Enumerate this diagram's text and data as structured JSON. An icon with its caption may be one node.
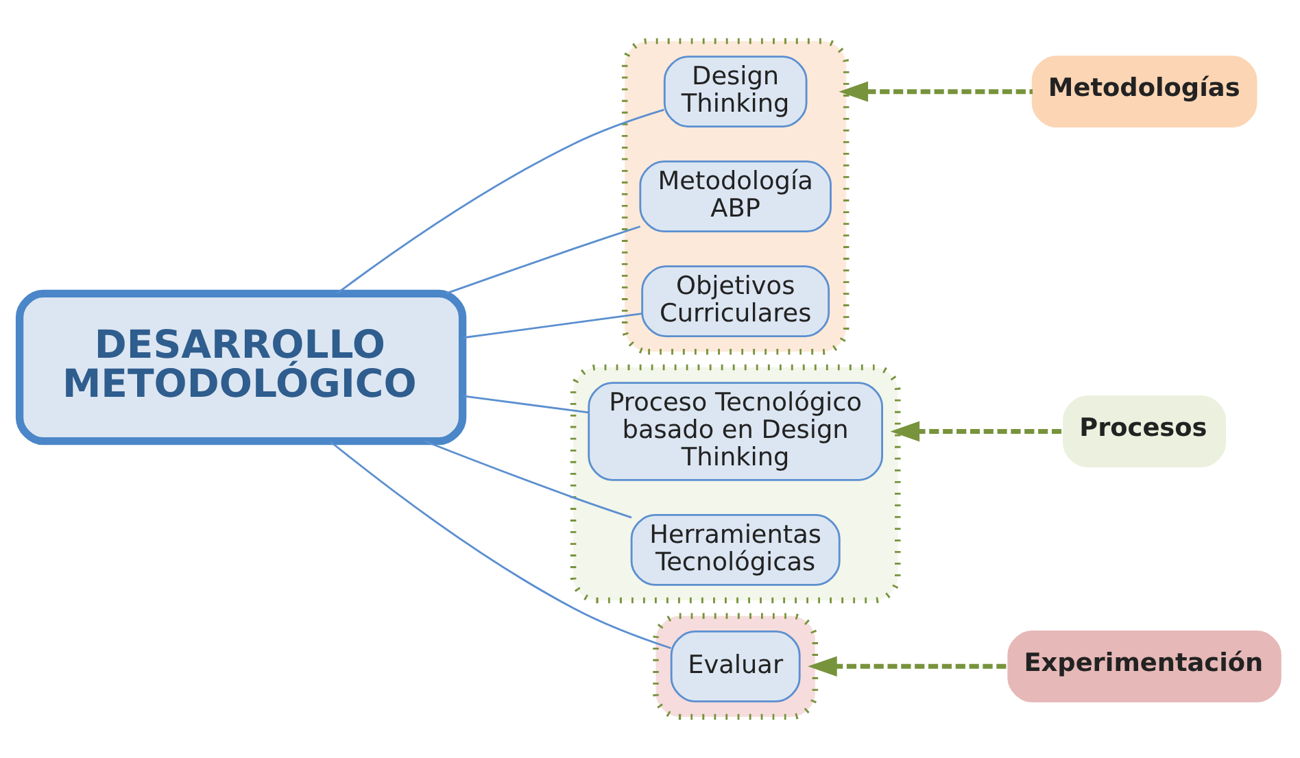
{
  "diagram": {
    "nodes": [
      {
        "text": [
          "DESARROLLO METODOLÓGICO"
        ]
      },
      {
        "text": [],
        "shape": "box"
      },
      {
        "text": [
          "Design Thinking"
        ],
        "in": 1
      },
      {
        "text": [
          "Metodología ABP"
        ],
        "in": 1
      },
      {
        "text": [
          "Objetivos Curriculares"
        ],
        "in": 1
      },
      {
        "text": [],
        "shape": "box"
      },
      {
        "text": [
          "Proceso Tecnológico basado en Design Thinking"
        ],
        "in": 5
      },
      {
        "text": [
          "Herramientas Tecnológicas"
        ],
        "in": 5
      },
      {
        "text": [],
        "shape": "box"
      },
      {
        "text": [
          "Evaluar"
        ],
        "in": 8
      },
      {
        "text": [
          "Metodologías"
        ]
      },
      {
        "text": [
          "Procesos"
        ]
      },
      {
        "text": [
          "Experimentación"
        ]
      }
    ],
    "edges": [
      {
        "from": 0,
        "to": 2,
        "arrow": "none"
      },
      {
        "from": 0,
        "to": 3,
        "arrow": "none"
      },
      {
        "from": 0,
        "to": 4,
        "arrow": "none"
      },
      {
        "from": 0,
        "to": 6,
        "arrow": "none"
      },
      {
        "from": 0,
        "to": 7,
        "arrow": "none"
      },
      {
        "from": 0,
        "to": 9,
        "arrow": "none"
      },
      {
        "from": 10,
        "to": 1,
        "arrow": "to",
        "style": "dashed",
        "color": "#77933c"
      },
      {
        "from": 11,
        "to": 5,
        "arrow": "to",
        "style": "dashed",
        "color": "#77933c"
      },
      {
        "from": 12,
        "to": 8,
        "arrow": "to",
        "style": "dashed",
        "color": "#77933c"
      }
    ]
  }
}
